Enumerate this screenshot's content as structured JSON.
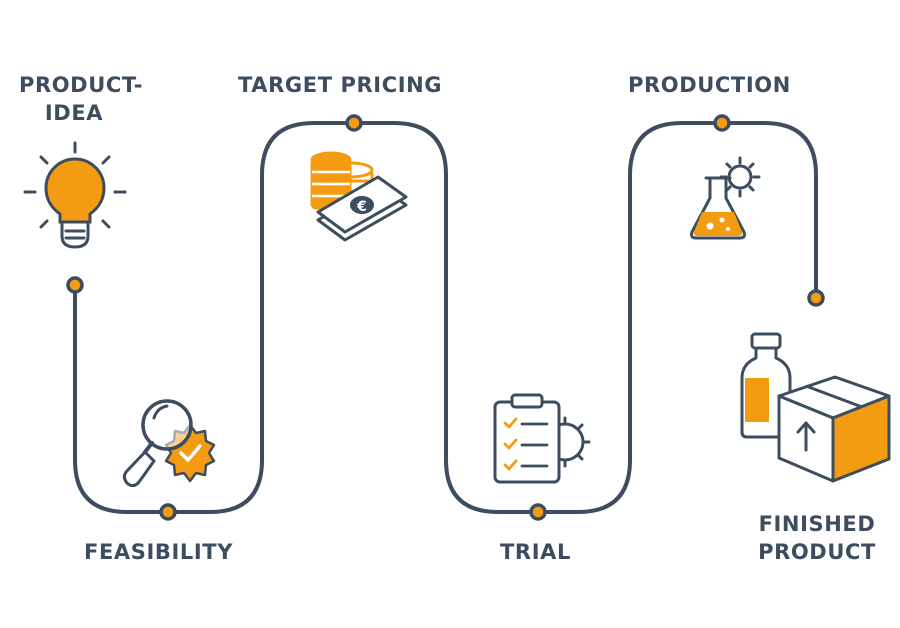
{
  "steps": [
    {
      "id": "product-idea",
      "line1": "PRODUCT-",
      "line2": "IDEA",
      "icon": "lightbulb-icon"
    },
    {
      "id": "feasibility",
      "label": "FEASIBILITY",
      "icon": "magnifier-check-icon"
    },
    {
      "id": "target-pricing",
      "label": "TARGET PRICING",
      "icon": "coins-banknote-icon"
    },
    {
      "id": "trial",
      "label": "TRIAL",
      "icon": "clipboard-gear-icon"
    },
    {
      "id": "production",
      "label": "PRODUCTION",
      "icon": "flask-gear-icon"
    },
    {
      "id": "finished-product",
      "line1": "FINISHED",
      "line2": "PRODUCT",
      "icon": "bottle-box-icon"
    }
  ],
  "currency_symbol": "€",
  "colors": {
    "path": "#3d4d5f",
    "accent": "#f39c12",
    "background": "#ffffff"
  }
}
